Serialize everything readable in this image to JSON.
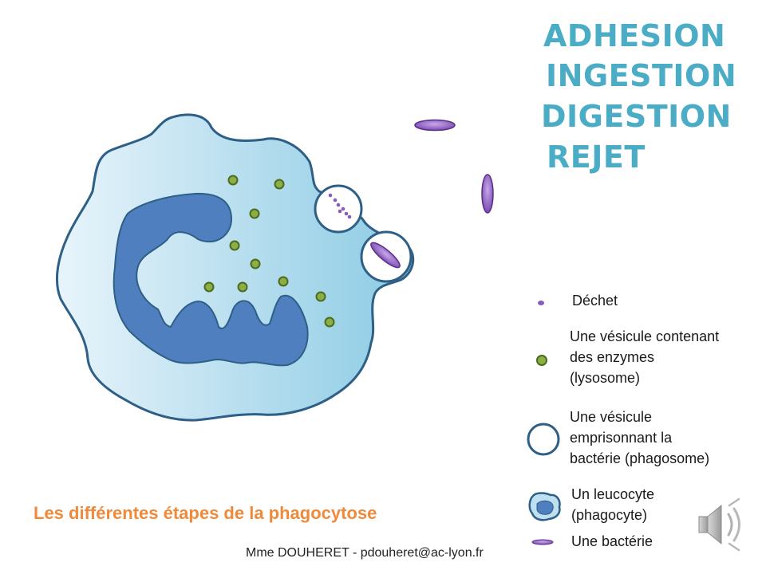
{
  "steps": [
    "ADHESION",
    "INGESTION",
    "DIGESTION",
    "REJET"
  ],
  "legend": {
    "dechet": "Déchet",
    "lysosome": [
      "Une vésicule contenant",
      "des enzymes",
      "(lysosome)"
    ],
    "phagosome": [
      "Une vésicule",
      "emprisonnant la",
      "bactérie (phagosome)"
    ],
    "leucocyte": [
      "Un leucocyte",
      "(phagocyte)"
    ],
    "bacterie": "Une bactérie"
  },
  "caption": "Les différentes étapes de la phagocytose",
  "author": "Mme DOUHERET  - pdouheret@ac-lyon.fr",
  "colors": {
    "title": "#4bacc6",
    "caption": "#f08a3a",
    "cell_outline": "#2e5f86",
    "nucleus": "#4f7fbf",
    "lysosome": "#8bae46",
    "bacterium": "#8a5bbf"
  }
}
